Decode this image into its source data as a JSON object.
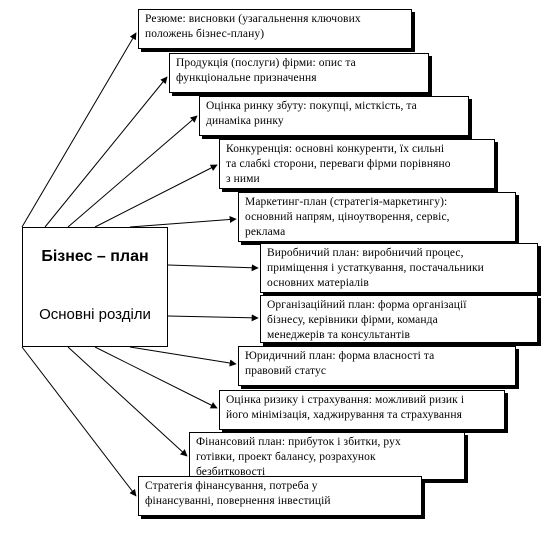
{
  "center": {
    "title": "Бізнес – план",
    "subtitle": "Основні розділи"
  },
  "sections": [
    "Резюме: висновки (узагальнення ключових\nположень бізнес-плану)",
    "Продукція (послуги) фірми: опис та\nфункціональне призначення",
    "Оцінка ринку збуту: покупці, місткість, та\nдинаміка ринку",
    "Конкуренція: основні конкуренти, їх сильні\nта слабкі сторони, переваги фірми порівняно\nз ними",
    "Маркетинг-план (стратегія-маркетингу):\nосновний напрям, ціноутворення, сервіс,\nреклама",
    "Виробничий план: виробничий процес,\nприміщення і устаткування, постачальники\nосновних матеріалів",
    "Організаційний план: форма організації\nбізнесу, керівники фірми, команда\nменеджерів та консультантів",
    "Юридичний план: форма власності та\nправовий статус",
    "Оцінка ризику і страхування: можливий ризик і\nйого мінімізація, хаджирування та страхування",
    "Фінансовий план: прибуток і збитки, рух\nготівки, проект балансу, розрахунок\nбезбитковості",
    "Стратегія фінансування, потреба у\nфінансуванні, повернення інвестицій"
  ]
}
